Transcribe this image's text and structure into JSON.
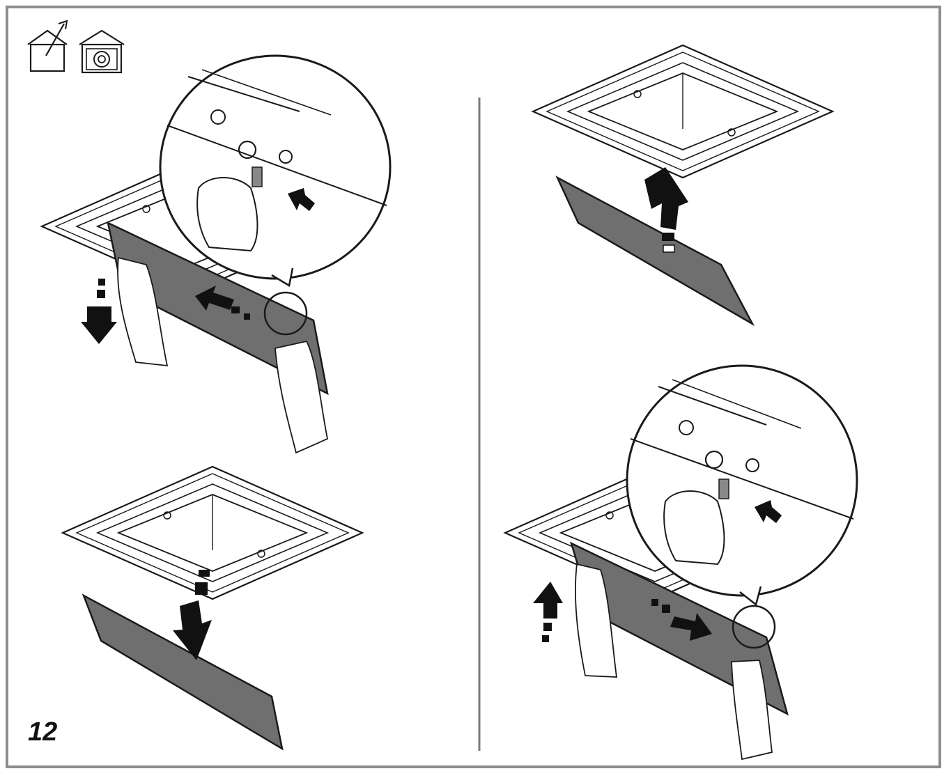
{
  "figure": {
    "number": "12"
  },
  "icons": {
    "ducted": "house-duct-icon",
    "recirculating": "house-recirculation-icon"
  },
  "colors": {
    "line": "#1a1a1a",
    "filter_panel": "#6f6f6f",
    "frame_border": "#8e8e8e",
    "arrow": "#111111"
  },
  "panels": [
    {
      "id": "remove-latch-release",
      "icon_name": "hand-release-latch-icon",
      "arrow_direction": "down"
    },
    {
      "id": "lift-filter-out",
      "icon_name": "filter-lift-out-icon",
      "arrow_direction": "up"
    },
    {
      "id": "lower-filter",
      "icon_name": "filter-lower-icon",
      "arrow_direction": "down"
    },
    {
      "id": "reinstall-latch-close",
      "icon_name": "hand-close-latch-icon",
      "arrow_direction": "up"
    }
  ]
}
